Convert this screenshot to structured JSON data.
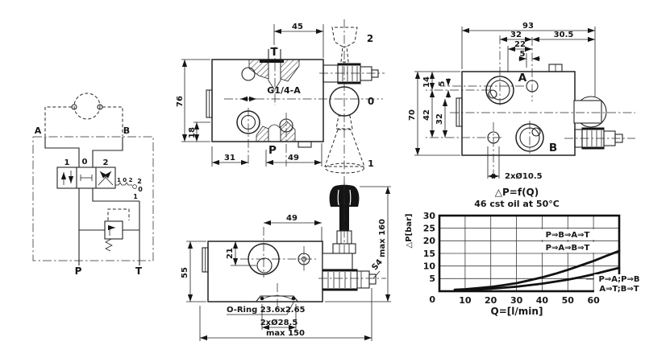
{
  "schematic": {
    "port_a": "A",
    "port_b": "B",
    "port_p": "P",
    "port_t": "T",
    "valve_pos_1": "1",
    "valve_pos_0": "0",
    "valve_pos_2": "2",
    "detent_label": "1 0 2",
    "lever_pos_2": "2",
    "lever_pos_0": "0",
    "lever_pos_1": "1"
  },
  "section_view": {
    "port_t": "T",
    "port_p": "P",
    "thread_label": "G1/4-A",
    "dim_width_top": "45",
    "dim_height": "76",
    "dim_port_height": "18",
    "dim_left": "31",
    "dim_right": "49",
    "lever_pos_2": "2",
    "lever_pos_0": "0",
    "lever_pos_1": "1"
  },
  "front_view": {
    "port_a": "A",
    "port_b": "B",
    "dim_total_width": "93",
    "dim_32_top": "32",
    "dim_30_5": "30.5",
    "dim_22": "22",
    "dim_5_top": "5",
    "dim_total_height": "70",
    "dim_14": "14",
    "dim_5_left": "5",
    "dim_42": "42",
    "dim_32_left": "32",
    "dim_mount_holes": "2xØ10.5"
  },
  "side_view": {
    "dim_49": "49",
    "dim_21": "21",
    "dim_55": "55",
    "dim_max_height": "max 160",
    "hex_label": "S4",
    "oring_label": "O-Ring 23.6x2.65",
    "dim_cavities": "2xØ28.5",
    "dim_max_length": "max 150"
  },
  "chart": {
    "title": "△P=f(Q)",
    "subtitle": "46 cst oil at 50°C",
    "ylabel": "△P[bar]",
    "xlabel": "Q=[l/min]",
    "yticks": [
      "0",
      "5",
      "10",
      "15",
      "20",
      "25",
      "30"
    ],
    "xticks": [
      "0",
      "10",
      "20",
      "30",
      "40",
      "50",
      "60"
    ],
    "label_p_b_a_t": "P⇒B⇒A⇒T",
    "label_p_a_b_t": "P⇒A⇒B⇒T",
    "label_p_a_p_b": "P⇒A;P⇒B",
    "label_a_t_b_t": "A⇒T;B⇒T"
  },
  "chart_data": {
    "type": "line",
    "title": "ΔP=f(Q)",
    "subtitle": "46 cst oil at 50°C",
    "xlabel": "Q [l/min]",
    "ylabel": "ΔP [bar]",
    "xlim": [
      0,
      70
    ],
    "ylim": [
      0,
      30
    ],
    "grid": true,
    "x_gridline_step": 10,
    "y_gridline_step": 5,
    "series": [
      {
        "name": "P⇒B⇒A⇒T / P⇒A⇒B⇒T",
        "x": [
          6,
          10,
          15,
          20,
          25,
          30,
          35,
          40,
          45,
          50,
          55,
          60,
          65,
          70
        ],
        "y": [
          0.6,
          0.8,
          1.2,
          1.7,
          2.4,
          3.2,
          4.3,
          5.5,
          6.9,
          8.5,
          10.2,
          12.0,
          14.0,
          16.0
        ]
      },
      {
        "name": "P⇒A;P⇒B / A⇒T;B⇒T",
        "x": [
          6,
          10,
          15,
          20,
          25,
          30,
          35,
          40,
          45,
          50,
          55,
          60,
          65,
          70
        ],
        "y": [
          0.4,
          0.5,
          0.7,
          1.0,
          1.4,
          1.8,
          2.4,
          3.0,
          3.8,
          4.6,
          5.6,
          6.7,
          8.0,
          9.3
        ]
      }
    ]
  }
}
